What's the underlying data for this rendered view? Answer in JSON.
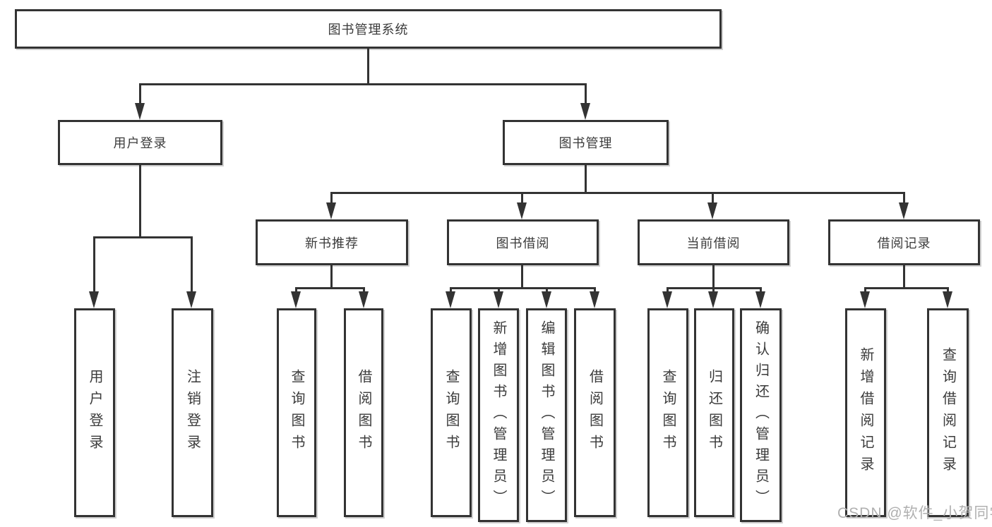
{
  "colors": {
    "background": "#ffffff",
    "line": "#333333",
    "text": "#3b3b3b",
    "watermark": "#b0b0b0"
  },
  "diagram": {
    "root": {
      "label": "图书管理系统"
    },
    "level2": [
      {
        "label": "用户登录"
      },
      {
        "label": "图书管理"
      }
    ],
    "level3": [
      {
        "label": "新书推荐"
      },
      {
        "label": "图书借阅"
      },
      {
        "label": "当前借阅"
      },
      {
        "label": "借阅记录"
      }
    ],
    "leaves": {
      "login": [
        {
          "label": "用户登录"
        },
        {
          "label": "注销登录"
        }
      ],
      "recommend": [
        {
          "label": "查询图书"
        },
        {
          "label": "借阅图书"
        }
      ],
      "borrow": [
        {
          "label": "查询图书"
        },
        {
          "label": "新增图书（管理员）"
        },
        {
          "label": "编辑图书（管理员）"
        },
        {
          "label": "借阅图书"
        }
      ],
      "current": [
        {
          "label": "查询图书"
        },
        {
          "label": "归还图书"
        },
        {
          "label": "确认归还（管理员）"
        }
      ],
      "records": [
        {
          "label": "新增借阅记录"
        },
        {
          "label": "查询借阅记录"
        }
      ]
    }
  },
  "watermark": {
    "text": "CSDN @软件_小贺同学"
  }
}
